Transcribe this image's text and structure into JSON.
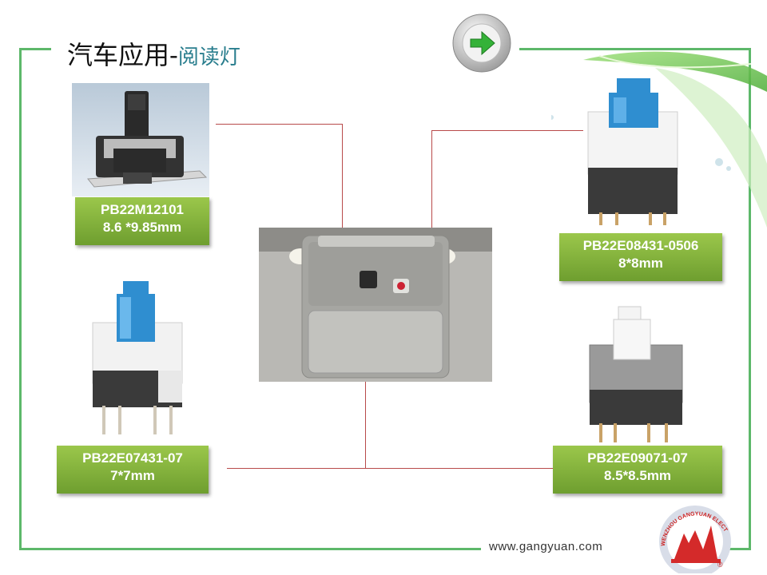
{
  "slide": {
    "title_main": "汽车应用-",
    "title_sub": "阅读灯",
    "website": "www.gangyuan.com",
    "logo_text": "WENZHOU GANGYUAN ELECTRONICS CO., LTD.",
    "logo_mark": "®"
  },
  "products": [
    {
      "model": "PB22M12101",
      "size": "8.6 *9.85mm"
    },
    {
      "model": "PB22E08431-0506",
      "size": "8*8mm"
    },
    {
      "model": "PB22E07431-07",
      "size": "7*7mm"
    },
    {
      "model": "PB22E09071-07",
      "size": "8.5*8.5mm"
    }
  ],
  "colors": {
    "frame": "#5db86a",
    "label_bg": "#80ad3a",
    "connector": "#b84a4a",
    "title_sub": "#2a7e8e",
    "switch_cap_blue": "#2f8ed0"
  },
  "icons": {
    "next": "next-arrow-icon",
    "logo": "company-logo-icon"
  }
}
